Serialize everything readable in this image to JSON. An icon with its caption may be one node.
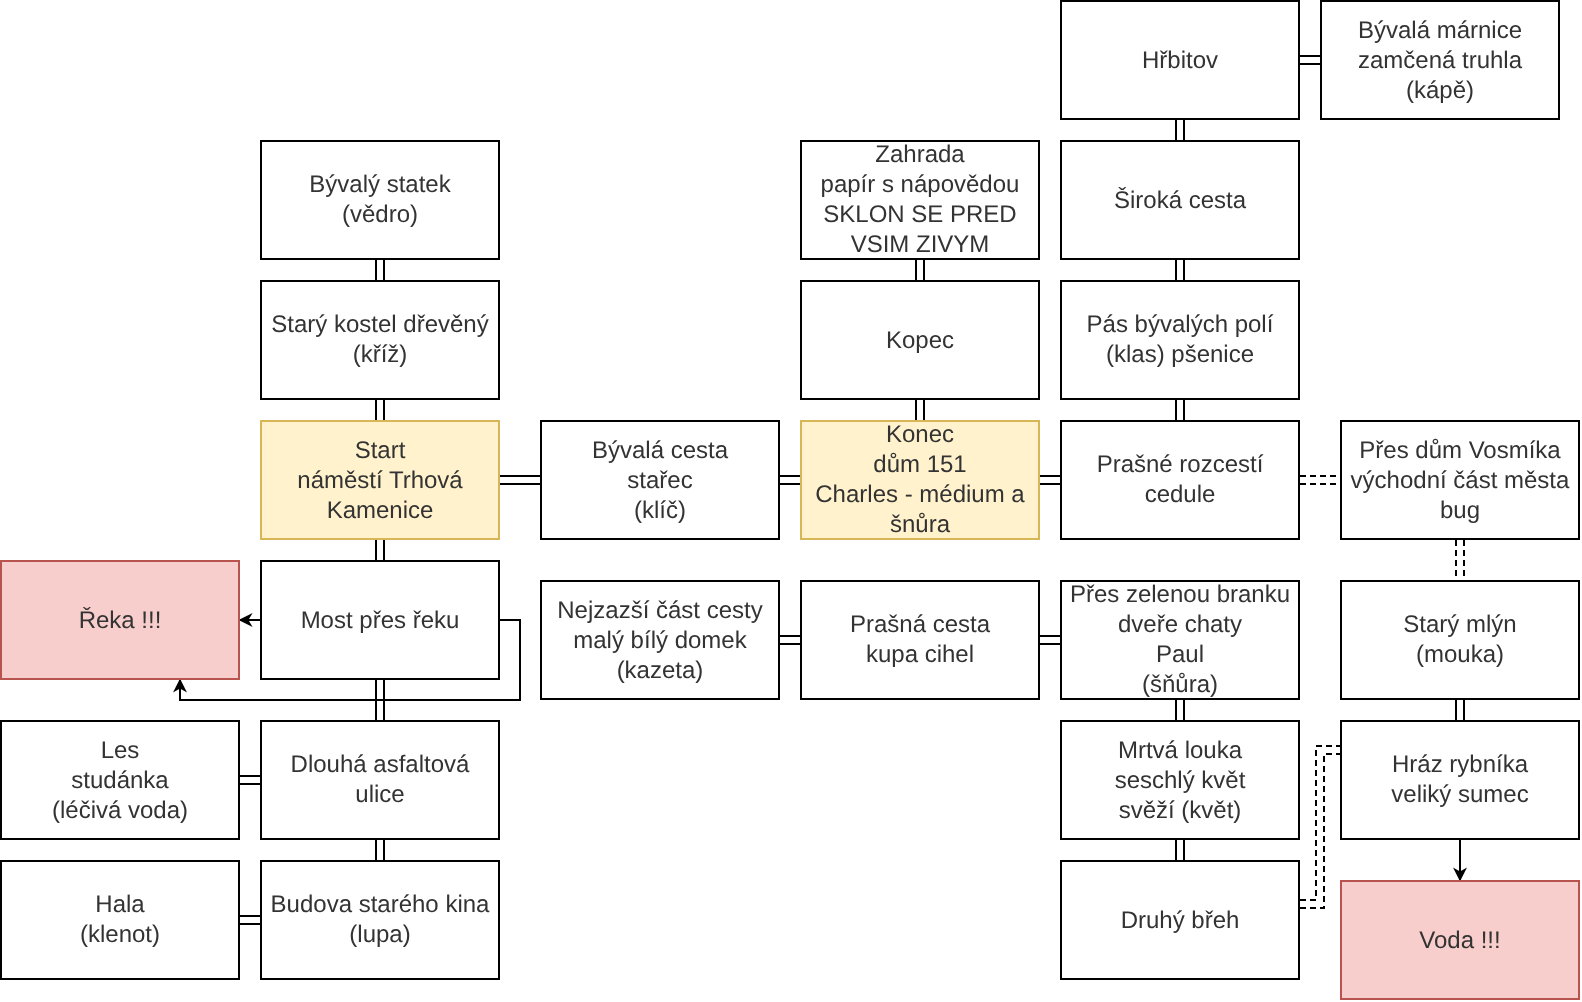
{
  "diagram": {
    "nodes": [
      {
        "text": [
          "Hřbitov"
        ]
      },
      {
        "text": [
          "Bývalá márnice",
          "zamčená truhla",
          "(kápě)"
        ]
      },
      {
        "text": [
          "Bývalý statek",
          "(vědro)"
        ]
      },
      {
        "text": [
          "Zahrada",
          "papír s nápovědou",
          "SKLON SE PRED VSIM ZIVYM"
        ]
      },
      {
        "text": [
          "Široká cesta"
        ]
      },
      {
        "text": [
          "Starý kostel dřevěný (kříž)"
        ]
      },
      {
        "text": [
          "Kopec"
        ]
      },
      {
        "text": [
          "Pás bývalých polí (klas) pšenice"
        ]
      },
      {
        "text": [
          "Start",
          "náměstí Trhová Kamenice"
        ]
      },
      {
        "text": [
          "Bývalá cesta",
          "stařec",
          "(klíč)"
        ]
      },
      {
        "text": [
          "Konec",
          "dům 151",
          "Charles - médium a šnůra"
        ]
      },
      {
        "text": [
          "Prašné rozcestí cedule"
        ]
      },
      {
        "text": [
          "Přes dům Vosmíka",
          "východní část města",
          "bug"
        ]
      },
      {
        "text": [
          "Řeka !!!"
        ]
      },
      {
        "text": [
          "Most přes řeku"
        ]
      },
      {
        "text": [
          "Nejzazší část cesty",
          "malý bílý domek",
          "(kazeta)"
        ]
      },
      {
        "text": [
          "Prašná cesta",
          "kupa cihel"
        ]
      },
      {
        "text": [
          "Přes zelenou branku",
          "dveře chaty",
          "Paul",
          "(šňůra)"
        ]
      },
      {
        "text": [
          "Starý mlýn",
          "(mouka)"
        ]
      },
      {
        "text": [
          "Les",
          "studánka",
          "(léčivá voda)"
        ]
      },
      {
        "text": [
          "Dlouhá asfaltová ulice"
        ]
      },
      {
        "text": [
          "Mrtvá louka",
          "seschlý květ",
          "svěží (květ)"
        ]
      },
      {
        "text": [
          "Hráz rybníka",
          "veliký sumec"
        ]
      },
      {
        "text": [
          "Hala",
          "(klenot)"
        ]
      },
      {
        "text": [
          "Budova starého kina",
          "(lupa)"
        ]
      },
      {
        "text": [
          "Druhý břeh"
        ]
      },
      {
        "text": [
          "Voda !!!"
        ]
      }
    ],
    "edges": [
      {
        "from": 0,
        "to": 1,
        "arrow": "none"
      },
      {
        "from": 0,
        "to": 4,
        "arrow": "none"
      },
      {
        "from": 4,
        "to": 7,
        "arrow": "none"
      },
      {
        "from": 7,
        "to": 11,
        "arrow": "none"
      },
      {
        "from": 3,
        "to": 6,
        "arrow": "none"
      },
      {
        "from": 6,
        "to": 10,
        "arrow": "none"
      },
      {
        "from": 2,
        "to": 5,
        "arrow": "none"
      },
      {
        "from": 5,
        "to": 8,
        "arrow": "none"
      },
      {
        "from": 8,
        "to": 9,
        "arrow": "none"
      },
      {
        "from": 9,
        "to": 10,
        "arrow": "none"
      },
      {
        "from": 10,
        "to": 11,
        "arrow": "none"
      },
      {
        "from": 11,
        "to": 12,
        "arrow": "none",
        "style": "dashed"
      },
      {
        "from": 12,
        "to": 18,
        "arrow": "none",
        "style": "dashed"
      },
      {
        "from": 18,
        "to": 22,
        "arrow": "none"
      },
      {
        "from": 22,
        "to": 26,
        "arrow": "to"
      },
      {
        "from": 8,
        "to": 14,
        "arrow": "none"
      },
      {
        "from": 14,
        "to": 13,
        "arrow": "to"
      },
      {
        "from": 14,
        "to": 13,
        "arrow": "to"
      },
      {
        "from": 14,
        "to": 20,
        "arrow": "none"
      },
      {
        "from": 20,
        "to": 19,
        "arrow": "none"
      },
      {
        "from": 20,
        "to": 24,
        "arrow": "none"
      },
      {
        "from": 24,
        "to": 23,
        "arrow": "none"
      },
      {
        "from": 15,
        "to": 16,
        "arrow": "none"
      },
      {
        "from": 16,
        "to": 17,
        "arrow": "none"
      },
      {
        "from": 17,
        "to": 21,
        "arrow": "none"
      },
      {
        "from": 21,
        "to": 25,
        "arrow": "none"
      },
      {
        "from": 25,
        "to": 22,
        "arrow": "none",
        "style": "dashed"
      }
    ]
  }
}
